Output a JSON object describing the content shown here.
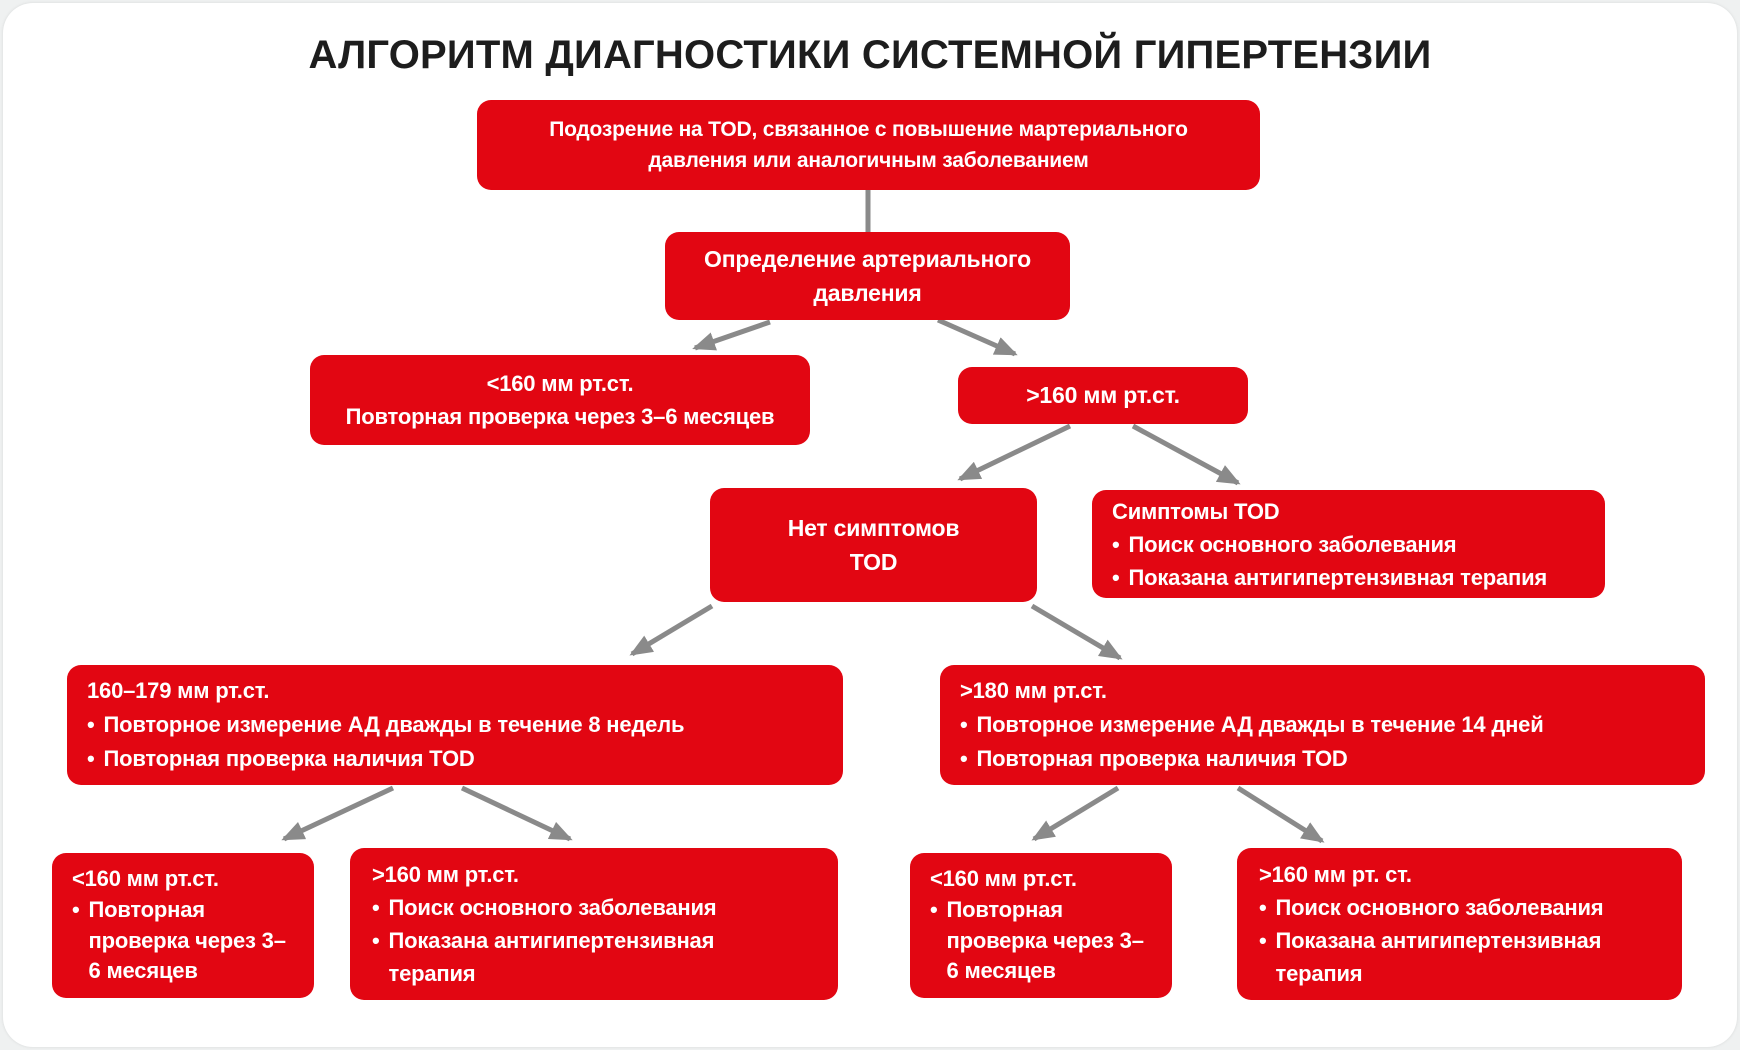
{
  "page": {
    "title": "АЛГОРИТМ ДИАГНОСТИКИ СИСТЕМНОЙ ГИПЕРТЕНЗИИ"
  },
  "colors": {
    "box_red": "#e20612",
    "arrow_gray": "#8a8a8a",
    "title_color": "#1d1d1d",
    "canvas_bg": "#ffffff",
    "outer_bg": "#eff1f1"
  },
  "glyphs": {
    "bullet": "•"
  },
  "nodes": {
    "suspicion_tod": {
      "lines": [
        "Подозрение на TOD, связанное с повышение мартериального",
        "давления или аналогичным заболеванием"
      ]
    },
    "bp_measurement": {
      "lines": [
        "Определение артериального",
        "давления"
      ]
    },
    "below_160": {
      "lines": [
        "<160 мм рт.ст.",
        "Повторная проверка через 3–6 месяцев"
      ]
    },
    "above_160": {
      "label": ">160 мм рт.ст."
    },
    "no_symptoms": {
      "lines": [
        "Нет симптомов",
        "TOD"
      ]
    },
    "symptoms": {
      "header": "Симптомы TOD",
      "bullets": [
        "Поиск основного заболевания",
        "Показана антигипертензивная терапия"
      ]
    },
    "range_160_179": {
      "header": "160–179 мм рт.ст.",
      "bullets": [
        "Повторное измерение АД дважды в течение 8 недель",
        "Повторная проверка наличия TOD"
      ]
    },
    "above_180": {
      "header": ">180 мм рт.ст.",
      "bullets": [
        "Повторное измерение АД дважды в течение 14 дней",
        "Повторная проверка наличия TOD"
      ]
    },
    "recheck_left": {
      "header": "<160 мм рт.ст.",
      "bullets": [
        "Повторная проверка через 3–6 месяцев"
      ]
    },
    "workup_left": {
      "header": ">160 мм рт.ст.",
      "bullets": [
        "Поиск основного заболевания",
        "Показана антигипертензивная терапия"
      ]
    },
    "recheck_right": {
      "header": "<160 мм рт.ст.",
      "bullets": [
        "Повторная проверка через 3–6 месяцев"
      ]
    },
    "workup_right": {
      "header": ">160 мм рт. ст.",
      "bullets": [
        "Поиск основного заболевания",
        "Показана антигипертензивная терапия"
      ]
    }
  }
}
